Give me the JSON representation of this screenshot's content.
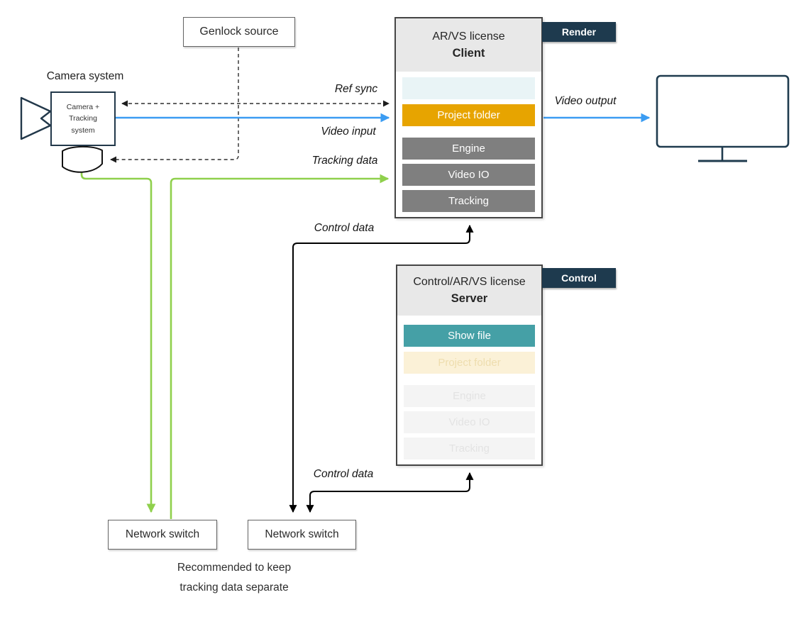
{
  "camera": {
    "title": "Camera system",
    "box_line1": "Camera +",
    "box_line2": "Tracking",
    "box_line3": "system"
  },
  "genlock": {
    "label": "Genlock source"
  },
  "client": {
    "license": "AR/VS license",
    "role": "Client",
    "tag": "Render",
    "rows": [
      {
        "label": "",
        "state": "empty"
      },
      {
        "label": "Project folder",
        "state": "active-orange"
      },
      {
        "label": "Engine",
        "state": "active-gray"
      },
      {
        "label": "Video IO",
        "state": "active-gray"
      },
      {
        "label": "Tracking",
        "state": "active-gray"
      }
    ]
  },
  "server": {
    "license": "Control/AR/VS license",
    "role": "Server",
    "tag": "Control",
    "rows": [
      {
        "label": "Show file",
        "state": "active-teal"
      },
      {
        "label": "Project folder",
        "state": "faded-cream"
      },
      {
        "label": "Engine",
        "state": "faded"
      },
      {
        "label": "Video IO",
        "state": "faded"
      },
      {
        "label": "Tracking",
        "state": "faded"
      }
    ]
  },
  "switches": {
    "left": "Network switch",
    "right": "Network switch"
  },
  "caption": {
    "line1": "Recommended to keep",
    "line2": "tracking data separate"
  },
  "arrows": {
    "ref_sync": "Ref sync",
    "video_input": "Video input",
    "tracking_data": "Tracking data",
    "control_data_top": "Control data",
    "control_data_bottom": "Control data",
    "video_output": "Video output"
  },
  "icons": {
    "camera": "camera-icon",
    "tracking_sensor": "tracking-sensor-icon",
    "monitor": "monitor-icon"
  },
  "colors": {
    "blue_arrow": "#3b9cf2",
    "green_arrow": "#8fd04c",
    "navy": "#1e3a4e",
    "orange_row": "#e7a400",
    "teal_row": "#45a0a6",
    "gray_row": "#7f7f7f",
    "header_gray": "#e8e8e8"
  }
}
